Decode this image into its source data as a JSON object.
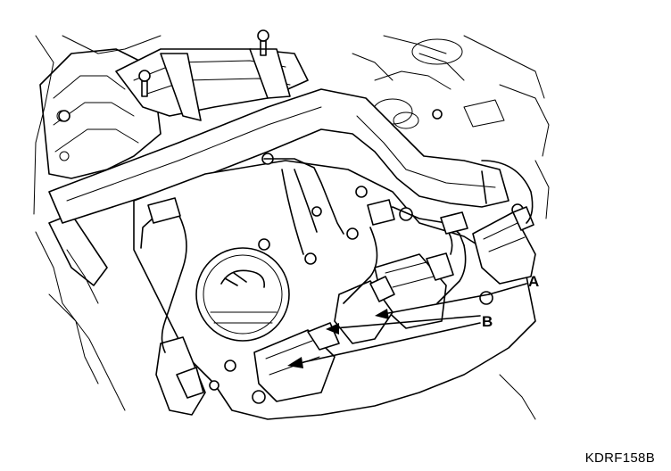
{
  "figure": {
    "figure_code": "KDRF158B",
    "callouts": [
      {
        "id": "A",
        "label": "A"
      },
      {
        "id": "B",
        "label": "B"
      }
    ]
  }
}
